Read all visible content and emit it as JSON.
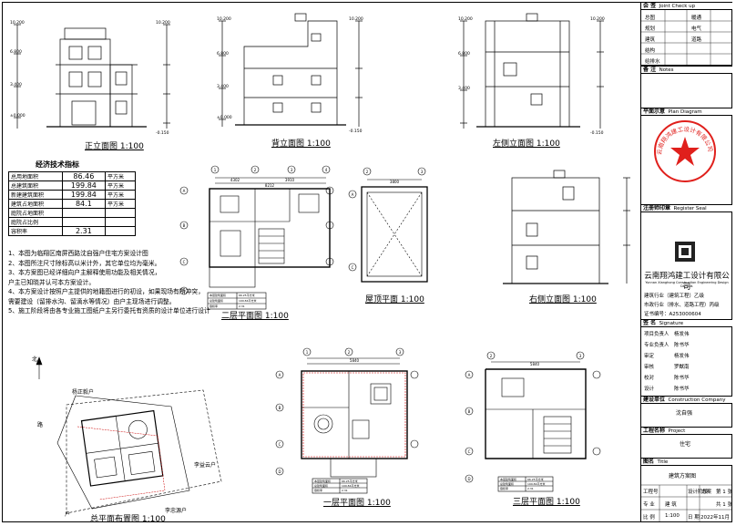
{
  "views": {
    "front": "正立面图 1:100",
    "back": "背立面图 1:100",
    "left": "左侧立面图 1:100",
    "right": "右侧立面图 1:100",
    "roof": "屋顶平面 1:100",
    "second": "二层平面图 1:100",
    "first": "一层平面图 1:100",
    "third": "三层平面图 1:100",
    "site": "总平面布置图 1:100"
  },
  "elev_levels": {
    "top": "10.200",
    "mid": "6.800",
    "low": "3.400",
    "ground": "±0.000",
    "base": "-0.150"
  },
  "stats": {
    "title": "经济技术指标",
    "rows": [
      {
        "label": "总用地面积",
        "value": "86.46",
        "unit": "平方米"
      },
      {
        "label": "总建筑面积",
        "value": "199.84",
        "unit": "平方米"
      },
      {
        "label": "新建建筑面积",
        "value": "199.84",
        "unit": "平方米"
      },
      {
        "label": "建筑占地面积",
        "value": "84.1",
        "unit": "平方米"
      },
      {
        "label": "庭院占地面积",
        "value": "",
        "unit": ""
      },
      {
        "label": "庭院占比例",
        "value": "",
        "unit": ""
      },
      {
        "label": "容积率",
        "value": "2.31",
        "unit": ""
      }
    ]
  },
  "notes": [
    "1、本图为临翔区南屏西路沈自强户住宅方案设计图",
    "2、本图所注尺寸除标高以米计外，其它单位均为毫米。",
    "3、本方案图已经详细向户主解释使用功能及相关情况，",
    "     户主已知晓并认可本方案设计。",
    "4、本方案设计按照户主提供的地籍图进行的初设，如果现场有所冲突，",
    "     需要建设（留排水沟、留滴水等情况）由户主现场进行调整。",
    "5、施工阶段将由各专业施工图纸户主另行委托有资质的设计单位进行设计"
  ],
  "site": {
    "north": "北",
    "neighbor1": "杨正毅户",
    "neighbor2": "李益云户",
    "neighbor3": "李忠源户",
    "road": "路",
    "neighbor4": "户"
  },
  "axis": {
    "A": "A",
    "B": "B",
    "C": "C",
    "D": "D",
    "n1": "1",
    "n2": "2",
    "n3": "3",
    "n4": "4"
  },
  "dims": {
    "d1": "4302",
    "d2": "3910",
    "d3": "8212",
    "d4": "5840",
    "d5": "3800"
  },
  "plan_table": {
    "r1": "本层建筑面积",
    "v1": "66.25平方米",
    "r2": "总建筑面积",
    "v2": "199.84平方米",
    "r3": "容积率",
    "v3": "2.31"
  },
  "titleblock": {
    "sec_meeting": "会 签",
    "sec_meeting_en": "Joint Check up",
    "sign_items": [
      "总图",
      "暖通",
      "规划",
      "电气",
      "建筑",
      "道路",
      "结构",
      "给排水"
    ],
    "sec_note": "备 注",
    "sec_note_en": "Notes",
    "sec_keyplan": "平面示意",
    "sec_keyplan_en": "Plan Diagram",
    "sec_reg": "注册师印章",
    "sec_reg_en": "Register Seal",
    "company": "云南翔鸿建工设计有限公司",
    "company_en": "Yunnan Xianghong Construction Engineering Design Co., Ltd.",
    "qual1": "建筑行业（建筑工程）乙级",
    "qual2": "市政行业（排水、道路工程）丙级",
    "cert": "证书编号：A253000604",
    "sec_sign": "签 名",
    "sec_sign_en": "Signature",
    "roles": [
      "项目负责人",
      "专业负责人",
      "审定",
      "审核",
      "校对",
      "设计"
    ],
    "names": [
      "杨发伟",
      "陈书华",
      "杨发伟",
      "罗猷南",
      "陈书华",
      "陈书华"
    ],
    "sec_client": "建设单位",
    "sec_client_en": "Construction Company",
    "client": "沈自强",
    "sec_project": "工程名称",
    "sec_project_en": "Project",
    "project": "住宅",
    "sec_title": "图名",
    "sec_title_en": "Title",
    "title": "建筑方案图",
    "proj_no_label": "工程号",
    "stage_label": "设计阶段",
    "stage": "方案",
    "major_label": "专 业",
    "major": "建 筑",
    "scale_label": "比 例",
    "scale": "1:100",
    "sheet_label": "第 1 张",
    "total_label": "共 1 张",
    "date_label": "日 期",
    "date": "2022年11月"
  },
  "seal": {
    "text": "云南翔鸿建工设计有限公司"
  },
  "colors": {
    "line": "#000000",
    "seal": "#e0201c",
    "dim": "#cc0000"
  }
}
